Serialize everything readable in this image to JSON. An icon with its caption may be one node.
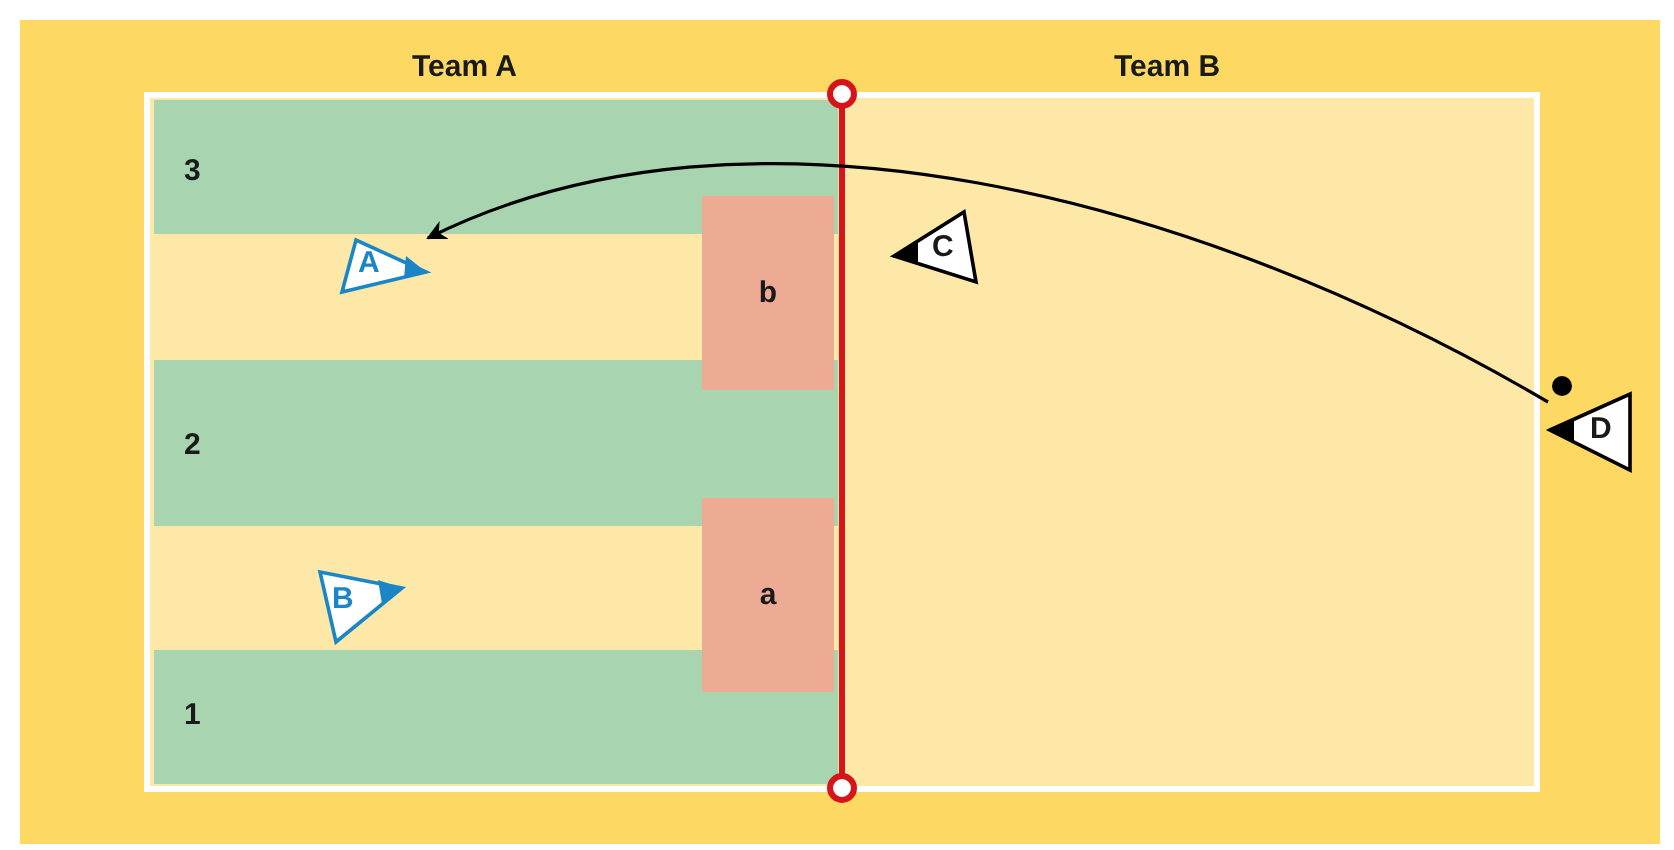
{
  "diagram": {
    "nodes": [
      {
        "text": [
          "A"
        ]
      },
      {
        "text": [
          "C"
        ]
      },
      {
        "text": [
          "b"
        ]
      },
      {
        "text": [
          "D"
        ]
      },
      {
        "text": [
          "B"
        ]
      },
      {
        "text": [
          "a"
        ]
      }
    ],
    "edges": [
      {
        "from": 3,
        "to": 0,
        "arrow": "to"
      }
    ],
    "labels": [
      "Team A",
      "Team B",
      "3",
      "2",
      "1"
    ]
  }
}
